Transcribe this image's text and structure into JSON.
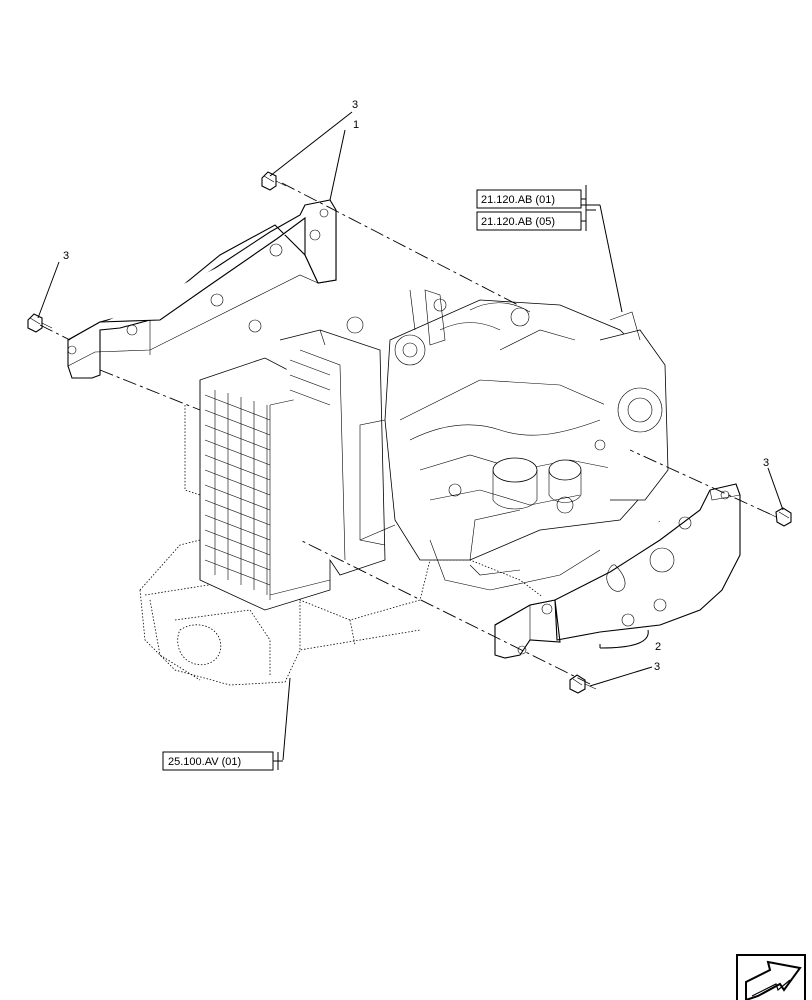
{
  "callouts": {
    "bolt_top_left": "3",
    "bracket_left": "1",
    "bolt_left": "3",
    "bolt_right": "3",
    "bracket_right": "2",
    "bolt_bottom_right": "3"
  },
  "references": {
    "ref_1": "21.120.AB (01)",
    "ref_2": "21.120.AB (05)",
    "ref_3": "25.100.AV (01)"
  },
  "nav_icon": "arrow-navigation-icon"
}
